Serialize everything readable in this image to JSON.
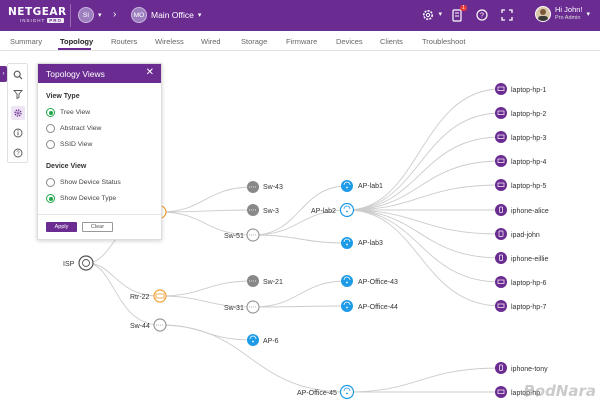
{
  "header": {
    "logo_text": "NETGEAR",
    "logo_sub": "INSIGHT",
    "logo_pro": "PRO",
    "account_initials": "SI",
    "location_initials": "MO",
    "location_name": "Main Office",
    "notification_count": "1",
    "user_name": "Hi John!",
    "user_role": "Pro Admin",
    "accent_color": "#6a2c91"
  },
  "tabs": [
    {
      "label": "Summary"
    },
    {
      "label": "Topology"
    },
    {
      "label": "Routers"
    },
    {
      "label": "Wireless"
    },
    {
      "label": "Wired"
    },
    {
      "label": "Storage"
    },
    {
      "label": "Firmware"
    },
    {
      "label": "Devices"
    },
    {
      "label": "Clients"
    },
    {
      "label": "Troubleshoot"
    }
  ],
  "rail": {
    "items": [
      {
        "icon": "search-icon"
      },
      {
        "icon": "filter-icon"
      },
      {
        "icon": "gear-icon"
      },
      {
        "icon": "info-icon"
      },
      {
        "icon": "help-icon"
      }
    ]
  },
  "panel": {
    "title": "Topology Views",
    "view_type_title": "View Type",
    "view_types": [
      {
        "label": "Tree View",
        "selected": true
      },
      {
        "label": "Abstract View",
        "selected": false
      },
      {
        "label": "SSID View",
        "selected": false
      }
    ],
    "device_view_title": "Device View",
    "device_views": [
      {
        "label": "Show Device Status",
        "selected": false
      },
      {
        "label": "Show Device Type",
        "selected": true
      }
    ],
    "apply_label": "Apply",
    "clear_label": "Clear"
  },
  "topology": {
    "nodes": {
      "isp": "ISP",
      "rtr22": "Rtr-22",
      "sw44": "Sw-44",
      "sw43": "Sw-43",
      "sw3": "Sw-3",
      "sw51": "Sw-51",
      "sw21": "Sw-21",
      "sw31": "Sw-31",
      "aplab1": "AP-lab1",
      "aplab2": "AP-lab2",
      "aplab3": "AP-lab3",
      "apoffice43": "AP-Office-43",
      "apoffice44": "AP-Office-44",
      "ap6": "AP-6",
      "apoffice45": "AP-Office-45"
    },
    "clients": [
      "laptop-hp-1",
      "laptop-hp-2",
      "laptop-hp-3",
      "laptop-hp-4",
      "laptop-hp-5",
      "iphone-alice",
      "ipad-john",
      "iphone-eillie",
      "laptop-hp-6",
      "laptop-hp-7"
    ],
    "office45_clients": [
      "iphone-tony",
      "laptop-hp"
    ]
  },
  "watermark": "BodNara"
}
